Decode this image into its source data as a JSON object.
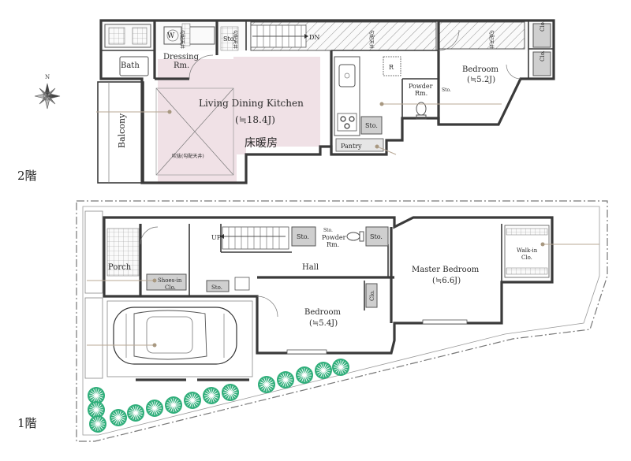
{
  "floors": {
    "second": "2階",
    "first": "1階"
  },
  "second_floor": {
    "bath": "Bath",
    "dressing": "Dressing",
    "dressing_rm": "Rm.",
    "washer": "W",
    "ldk": "Living Dining Kitchen",
    "ldk_size": "(≒18.4J)",
    "floor_heating": "床暖房",
    "void_label": "吹抜(勾配天井)",
    "balcony": "Balcony",
    "sto": "Sto.",
    "dn": "DN",
    "slope_ceiling": "勾配天井",
    "fridge": "R",
    "pantry": "Pantry",
    "powder": "Powder",
    "powder_rm": "Rm.",
    "bedroom": "Bedroom",
    "bedroom_size": "(≒5.2J)",
    "clo": "Clo."
  },
  "first_floor": {
    "up": "UP",
    "sto": "Sto.",
    "powder": "Powder",
    "powder_rm": "Rm.",
    "hall": "Hall",
    "porch": "Porch",
    "shoes_in": "Shoes-in",
    "shoes_clo": "Clo.",
    "master_bedroom": "Master Bedroom",
    "master_size": "(≒6.6J)",
    "walk_in": "Walk-in",
    "walk_in_clo": "Clo.",
    "bedroom": "Bedroom",
    "bedroom_size": "(≒5.4J)",
    "clo": "Clo."
  },
  "compass": {
    "north": "N"
  },
  "colors": {
    "ldk_highlight": "#f0e1e6",
    "trees": "#2fae7a",
    "leader": "#b8a896",
    "walls": "#3a3a3a"
  }
}
